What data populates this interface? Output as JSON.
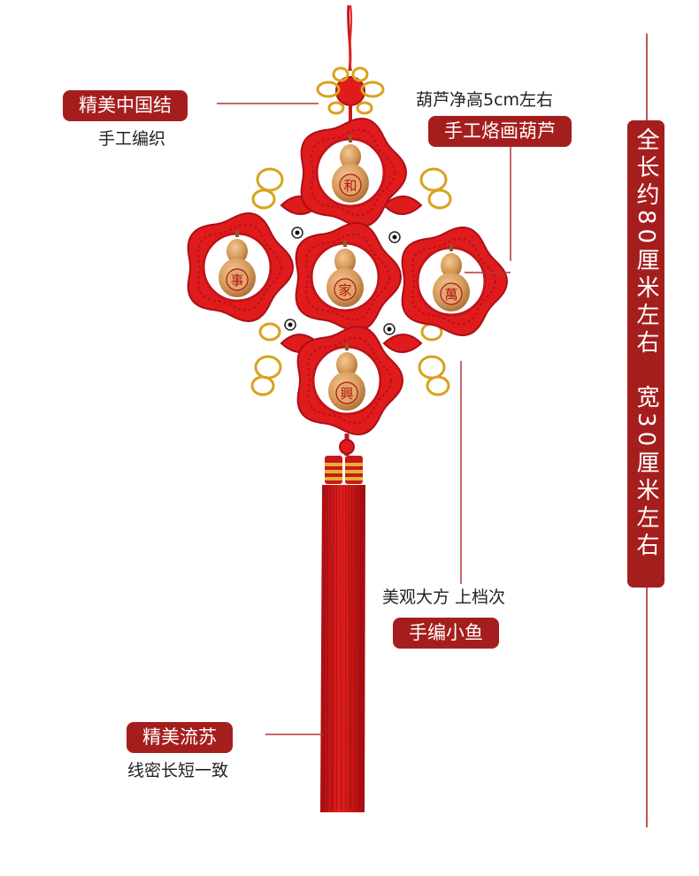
{
  "labels": {
    "knot_title": "精美中国结",
    "knot_sub": "手工编织",
    "gourd_size": "葫芦净高5cm左右",
    "gourd_title": "手工烙画葫芦",
    "fish_sub": "美观大方 上档次",
    "fish_title": "手编小鱼",
    "tassel_title": "精美流苏",
    "tassel_sub": "线密长短一致"
  },
  "dimension": "全长约80厘米左右　宽30厘米左右",
  "gourd_chars": {
    "top": "和",
    "left": "事",
    "center": "家",
    "right": "萬",
    "bottom": "興"
  },
  "colors": {
    "label_bg": "#a51e1e",
    "cord_red": "#e01b1b",
    "gold": "#d9a21e",
    "gourd": "#d69a5a"
  }
}
